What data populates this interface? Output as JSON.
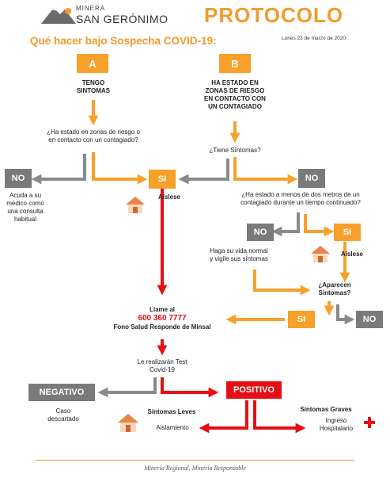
{
  "header": {
    "logo_top": "MINERA",
    "logo_main": "SAN GERÓNIMO",
    "title": "PROTOCOLO",
    "subtitle": "Qué hacer bajo Sospecha COVID-19:",
    "date": "Lunes 23 de marzo de 2020"
  },
  "flow": {
    "box_a": "A",
    "box_b": "B",
    "tengo_l1": "TENGO",
    "tengo_l2": "SINTOMAS",
    "ha_l1": "HA ESTADO EN",
    "ha_l2": "ZONAS DE RIESGO",
    "ha_l3": "EN CONTACTO CON",
    "ha_l4": "UN CONTAGIADO",
    "q_riesgo_l1": "¿Ha estado en zonas de riesgo o",
    "q_riesgo_l2": "en contacto con un contagiado?",
    "q_tiene": "¿Tiene Síntomas?",
    "no1": "NO",
    "si1": "SI",
    "no2": "NO",
    "acuda_l1": "Acuda a su",
    "acuda_l2": "médico como",
    "acuda_l3": "una consulta",
    "acuda_l4": "habitual",
    "aislese1": "Aíslese",
    "q_metros_l1": "¿Ha estado a menos de dos metros de un",
    "q_metros_l2": "contagiado durante un tiempo continuado?",
    "no3": "NO",
    "si2": "SI",
    "haga_l1": "Haga su vida normal",
    "haga_l2": "y vigile sus síntomas",
    "aislese2": "Aíslese",
    "q_aparecen_l1": "¿Aparecen",
    "q_aparecen_l2": "Síntomas?",
    "si3": "SI",
    "no4": "NO",
    "llame": "Llame al",
    "phone": "600 360 7777",
    "fono": "Fono Salud Responde de Minsal",
    "test_l1": "Le realizarán Test",
    "test_l2": "Covid-19",
    "negativo": "NEGATIVO",
    "positivo": "POSITIVO",
    "caso_l1": "Caso",
    "caso_l2": "descartado",
    "leves": "Síntomas Leves",
    "aislamiento": "Aislamiento",
    "graves": "Síntomas Graves",
    "ingreso_l1": "Ingreso",
    "ingreso_l2": "Hospitalario"
  },
  "footer": "Minería Regional, Minería Responsable",
  "colors": {
    "orange": "#f7a02a",
    "gray": "#7a7a7a",
    "red": "#e60f14",
    "title_orange": "#f39a2c"
  },
  "icons": [
    "mountain-logo-icon",
    "house-icon",
    "red-cross-icon"
  ]
}
